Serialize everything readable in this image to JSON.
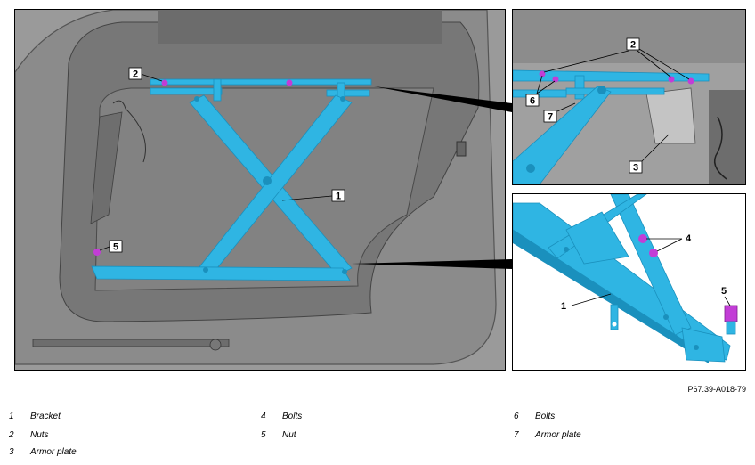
{
  "figure": {
    "callouts_main": [
      "1",
      "2",
      "5"
    ],
    "callouts_top": [
      "2",
      "6",
      "7",
      "3"
    ],
    "callouts_bottom": [
      "4",
      "5",
      "1"
    ],
    "doc_code": "P67.39-A018-79"
  },
  "legend": [
    {
      "num": "1",
      "label": "Bracket"
    },
    {
      "num": "2",
      "label": "Nuts"
    },
    {
      "num": "3",
      "label": "Armor plate"
    },
    {
      "num": "4",
      "label": "Bolts"
    },
    {
      "num": "5",
      "label": "Nut"
    },
    {
      "num": "6",
      "label": "Bolts"
    },
    {
      "num": "7",
      "label": "Armor plate"
    }
  ],
  "colors": {
    "bracket": "#2fb5e3",
    "bracket_dark": "#1a90bd",
    "fastener": "#c23dd6",
    "door_gray": "#8a8a8a",
    "panel_gray": "#9c9c9c"
  }
}
